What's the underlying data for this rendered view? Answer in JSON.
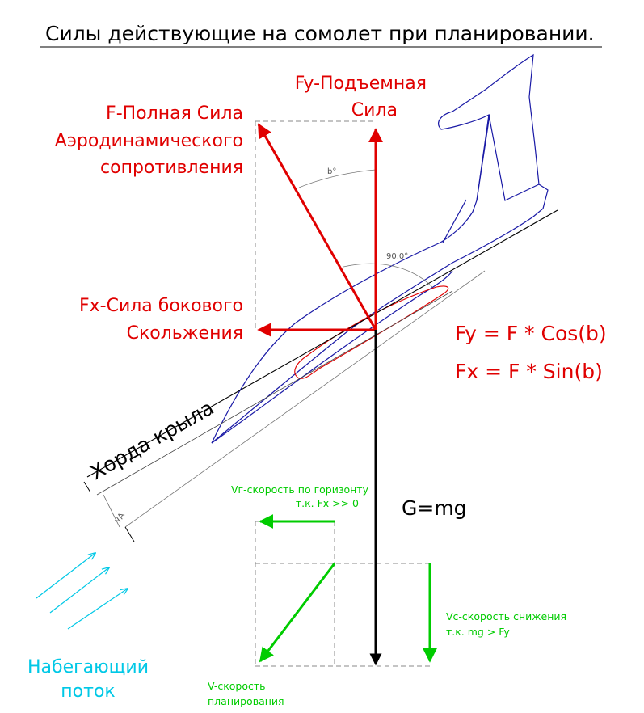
{
  "title": "Силы действующие на сомолет при планировании.",
  "lift_label": [
    "Fy-Подъемная",
    "Сила"
  ],
  "total_force_label": [
    "F-Полная Сила",
    "Аэродинамического",
    "сопротивления"
  ],
  "side_force_label": [
    "Fx-Сила бокового",
    "Скольжения"
  ],
  "formula_fy": "Fy = F * Cos(b)",
  "formula_fx": "Fx = F * Sin(b)",
  "weight_label": "G=mg",
  "chord_label": "Хорда крыла",
  "angle_alpha_label": "УА",
  "angle_b_label": "b°",
  "angle_90_label": "90,0°",
  "vg_label": [
    "Vг-скорость по горизонту",
    "т.к. Fx >> 0"
  ],
  "vc_label": [
    "Vс-скорость снижения",
    "т.к. mg > Fy"
  ],
  "v_label": [
    "V-скорость",
    "планирования"
  ],
  "flow_label": [
    "Набегающий",
    "поток"
  ],
  "colors": {
    "red": "#e00000",
    "green": "#00cc00",
    "blue": "#1a1aa6",
    "cyan": "#00c8e6",
    "black": "#000000",
    "gray": "#8a8a8a"
  }
}
